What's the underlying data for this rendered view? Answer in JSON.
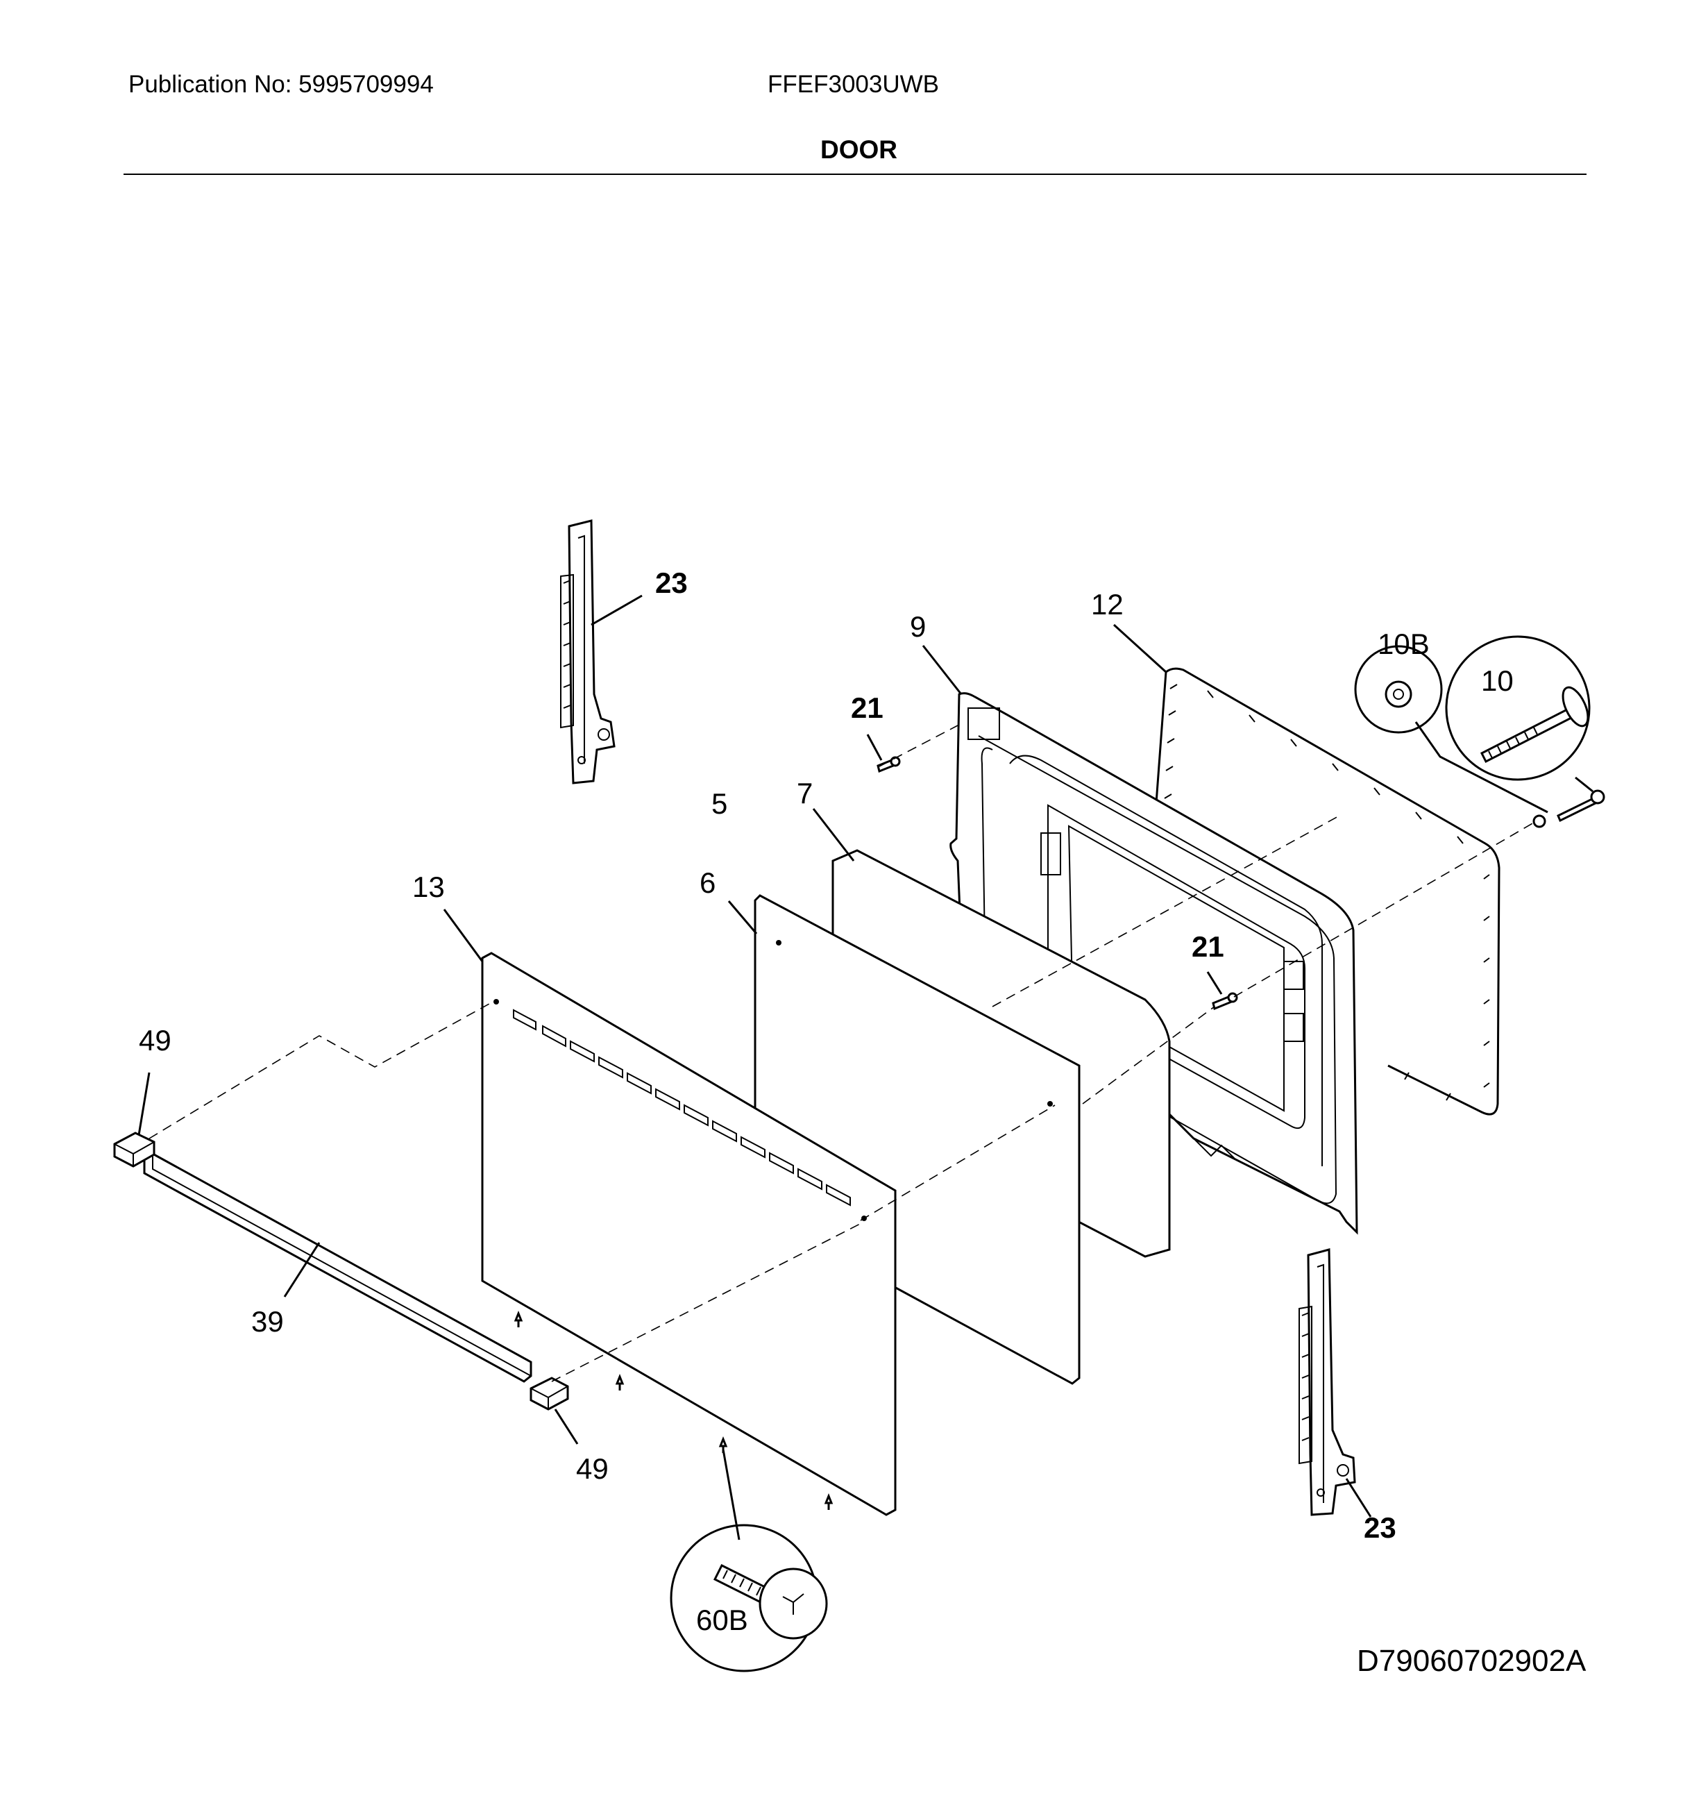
{
  "header": {
    "publication": "Publication No: 5995709994",
    "model": "FFEF3003UWB",
    "section_title": "DOOR"
  },
  "diagram_code": "D79060702902A",
  "callouts": {
    "hinge_top": "23",
    "hinge_bottom": "23",
    "door_liner": "9",
    "gasket": "12",
    "washer": "10B",
    "screw_bolt": "10",
    "stud_top": "21",
    "stud_mid": "21",
    "door_assembly": "5",
    "insulation": "7",
    "inner_glass": "6",
    "outer_panel": "13",
    "end_cap_left": "49",
    "end_cap_right": "49",
    "trim": "39",
    "screw": "60B"
  }
}
